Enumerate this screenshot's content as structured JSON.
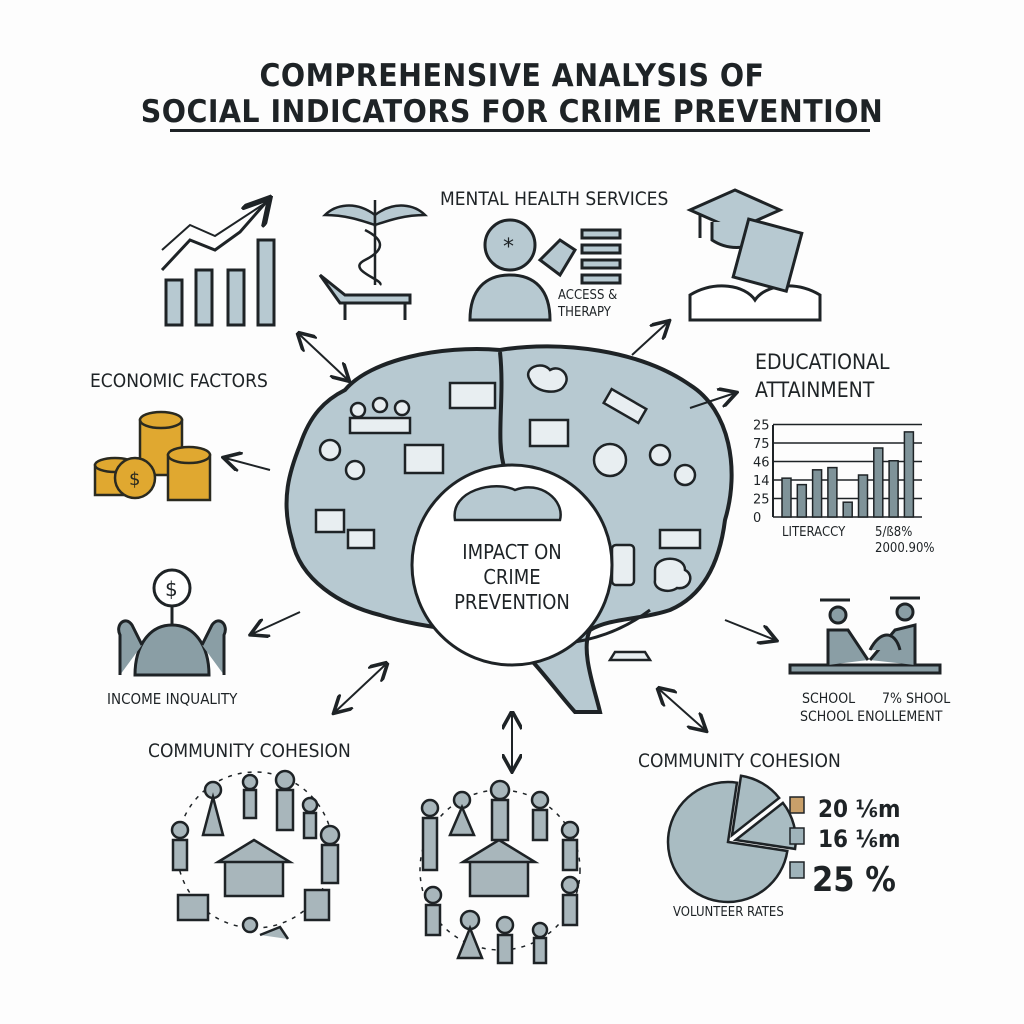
{
  "title": {
    "line1": "COMPREHENSIVE ANALYSIS OF",
    "line2": "SOCIAL INDICATORS FOR CRIME PREVENTION"
  },
  "center": {
    "line1": "IMPACT ON",
    "line2": "CRIME",
    "line3": "PREVENTION"
  },
  "sections": {
    "mental_health": {
      "title": "MENTAL HEALTH SERVICES",
      "sub1": "ACCESS &",
      "sub2": "THERAPY"
    },
    "economic": {
      "title": "ECONOMIC FACTORS"
    },
    "income": {
      "title": "INCOME INQUALITY"
    },
    "education": {
      "title1": "EDUCATIONAL",
      "title2": "ATTAINMENT"
    },
    "school": {
      "label1": "SCHOOL",
      "label2": "7% SHOOL",
      "label3": "SCHOOL ENOLLEMENT"
    },
    "community_left": {
      "title": "COMMUNITY COHESION"
    },
    "community_right": {
      "title": "COMMUNITY COHESION",
      "caption": "VOLUNTEER RATES"
    }
  },
  "colors": {
    "fill": "#b7c9d1",
    "dark": "#1e2326",
    "bar": "#7f9399",
    "gold": "#e0a830"
  },
  "chart_data": [
    {
      "type": "bar",
      "title": "EDUCATIONAL ATTAINMENT",
      "ytick_labels": [
        "25",
        "75",
        "46",
        "14",
        "25",
        "0"
      ],
      "xlabel_left": "LITERACCY",
      "xlabel_right1": "5/ß8%",
      "xlabel_right2": "2000.90%",
      "values_grid_units": [
        2.1,
        1.75,
        2.55,
        2.67,
        0.8,
        2.27,
        3.73,
        3.04,
        4.6
      ],
      "ylim_grid_units": [
        0,
        5
      ],
      "grid": true
    },
    {
      "type": "pie",
      "title": "VOLUNTEER RATES",
      "slices": [
        75,
        12,
        13
      ],
      "legend": [
        {
          "label": "20 ⅙m",
          "swatch": "#c9a06a"
        },
        {
          "label": "16 ⅙m",
          "swatch": "#9fb3ba"
        },
        {
          "label": "25 %",
          "swatch": "#9fb3ba"
        }
      ]
    }
  ]
}
